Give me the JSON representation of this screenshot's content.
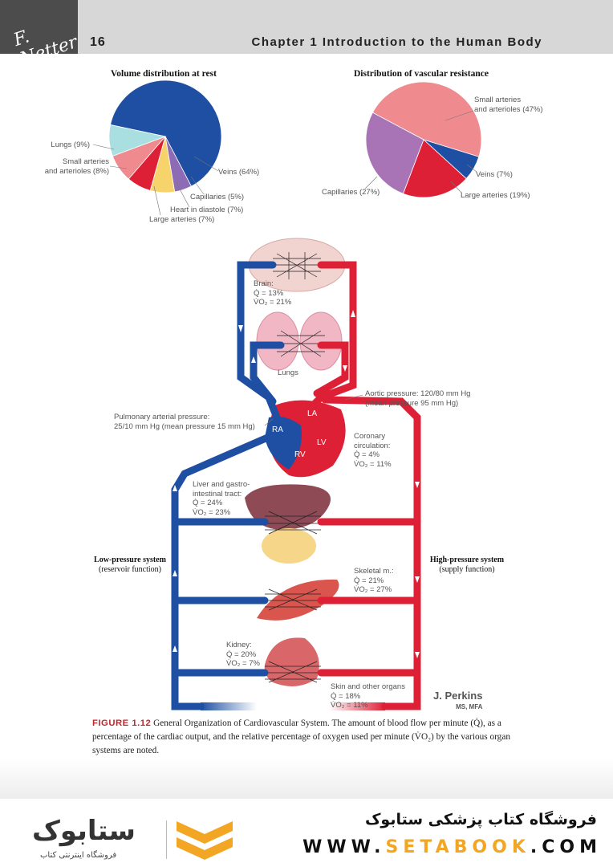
{
  "header": {
    "page_number": "16",
    "chapter_title": "Chapter 1   Introduction to the Human Body",
    "signature": "F. Netter"
  },
  "volume_pie": {
    "title": "Volume distribution at rest",
    "labels": {
      "lungs": "Lungs (9%)",
      "small_arteries": [
        "Small arteries",
        "and arterioles (8%)"
      ],
      "veins": "Veins (64%)",
      "capillaries": "Capillaries (5%)",
      "heart": "Heart in diastole (7%)",
      "large_arteries": "Large arteries (7%)"
    }
  },
  "resistance_pie": {
    "title": "Distribution of vascular resistance",
    "labels": {
      "small_arteries": [
        "Small arteries",
        "and arterioles (47%)"
      ],
      "veins": "Veins (7%)",
      "capillaries": "Capillaries (27%)",
      "large_arteries": "Large arteries (19%)"
    }
  },
  "chart_data": [
    {
      "type": "pie",
      "title": "Volume distribution at rest",
      "categories": [
        "Veins",
        "Capillaries",
        "Heart in diastole",
        "Large arteries",
        "Small arteries and arterioles",
        "Lungs"
      ],
      "values": [
        64,
        5,
        7,
        7,
        8,
        9
      ],
      "colors": [
        "#1e4fa3",
        "#8e6bb5",
        "#f6d36b",
        "#dd2035",
        "#ef8a8f",
        "#a9dfe0"
      ]
    },
    {
      "type": "pie",
      "title": "Distribution of vascular resistance",
      "categories": [
        "Small arteries and arterioles",
        "Veins",
        "Large arteries",
        "Capillaries"
      ],
      "values": [
        47,
        7,
        19,
        27
      ],
      "colors": [
        "#ef8a8f",
        "#1e4fa3",
        "#dd2035",
        "#a874b5"
      ]
    }
  ],
  "diagram": {
    "brain": [
      "Brain:",
      "Q̇ = 13%",
      "V̇O₂ = 21%"
    ],
    "lungs": "Lungs",
    "aortic": [
      "Aortic pressure: 120/80 mm Hg",
      "(mean pressure 95 mm Hg)"
    ],
    "pulmonary": [
      "Pulmonary arterial pressure:",
      "25/10 mm Hg (mean pressure 15 mm Hg)"
    ],
    "heart": {
      "ra": "RA",
      "la": "LA",
      "lv": "LV",
      "rv": "RV"
    },
    "coronary": [
      "Coronary",
      "circulation:",
      "Q̇ = 4%",
      "V̇O₂ = 11%"
    ],
    "liver": [
      "Liver and gastro-",
      "intestinal tract:",
      "Q̇ = 24%",
      "V̇O₂ = 23%"
    ],
    "low_pressure": {
      "title": "Low-pressure system",
      "sub": "(reservoir function)"
    },
    "high_pressure": {
      "title": "High-pressure system",
      "sub": "(supply function)"
    },
    "skeletal": [
      "Skeletal m.:",
      "Q̇ = 21%",
      "V̇O₂ = 27%"
    ],
    "kidney": [
      "Kidney:",
      "Q̇ = 20%",
      "V̇O₂ = 7%"
    ],
    "skin": [
      "Skin and other organs",
      "Q̇ = 18%",
      "V̇O₂ = 11%"
    ]
  },
  "artist": {
    "name": "J. Perkins",
    "credentials": "MS, MFA"
  },
  "caption": {
    "label": "FIGURE 1.12",
    "text": " General Organization of Cardiovascular System.  The amount of blood flow per minute (Q̇), as a percentage of the cardiac output, and the relative percentage of oxygen used per minute (V̇O₂) by the various organ systems are noted."
  },
  "footer": {
    "store_name": "فروشگاه کتاب پزشکی ستابوک",
    "url_prefix": "WWW.",
    "url_brand": "SETABOOK",
    "url_suffix": ".COM",
    "logo_text": "ستابوک",
    "logo_sub": "فروشگاه اینترنتی کتاب"
  },
  "colors": {
    "artery": "#dd2035",
    "vein": "#1e4fa3",
    "caption_accent": "#c0272d",
    "footer_accent": "#f2a623"
  }
}
